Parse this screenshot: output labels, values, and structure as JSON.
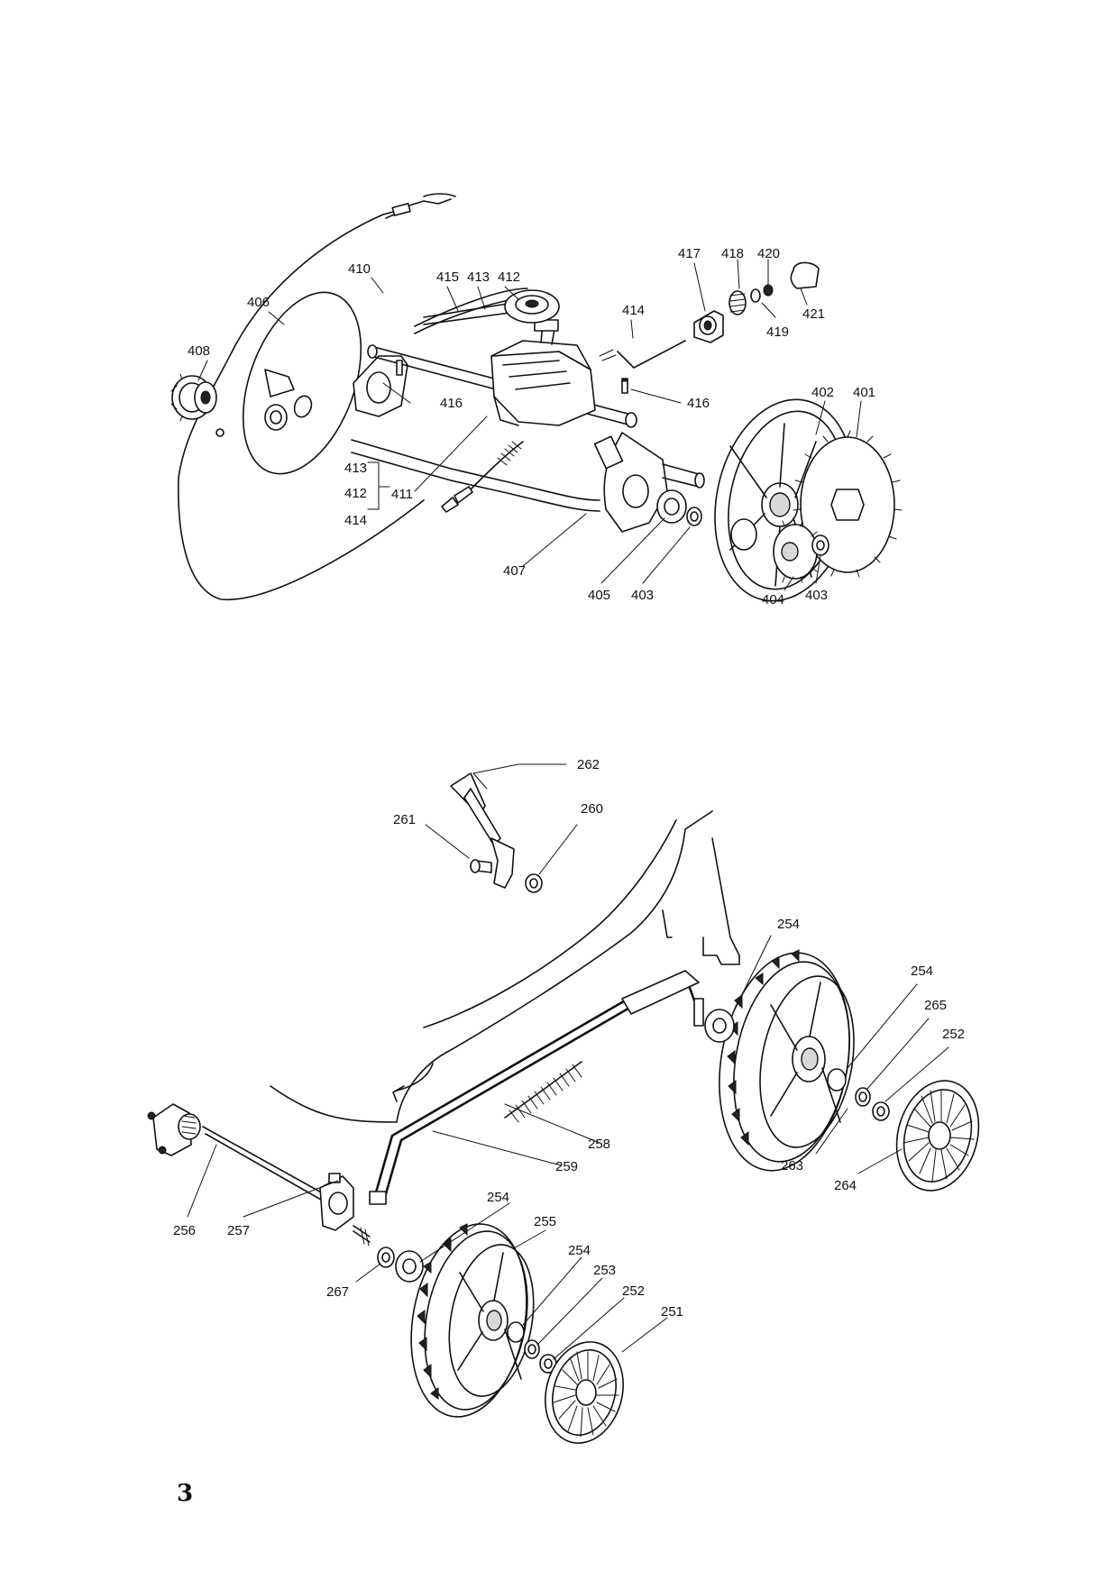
{
  "page_number": "3",
  "top_assembly": {
    "labels": {
      "p401": "401",
      "p402": "402",
      "p403a": "403",
      "p403b": "403",
      "p404": "404",
      "p405": "405",
      "p406": "406",
      "p407": "407",
      "p408": "408",
      "p410": "410",
      "p411": "411",
      "p412a": "412",
      "p412b": "412",
      "p413a": "413",
      "p413b": "413",
      "p414a": "414",
      "p414b": "414",
      "p415": "415",
      "p416a": "416",
      "p416b": "416",
      "p417": "417",
      "p418": "418",
      "p419": "419",
      "p420": "420",
      "p421": "421"
    }
  },
  "bottom_assembly": {
    "labels": {
      "p251": "251",
      "p252a": "252",
      "p252b": "252",
      "p253": "253",
      "p254a": "254",
      "p254b": "254",
      "p254c": "254",
      "p254d": "254",
      "p255": "255",
      "p256": "256",
      "p257": "257",
      "p258": "258",
      "p259": "259",
      "p260": "260",
      "p261": "261",
      "p262": "262",
      "p263": "263",
      "p264": "264",
      "p265": "265",
      "p267": "267"
    }
  }
}
